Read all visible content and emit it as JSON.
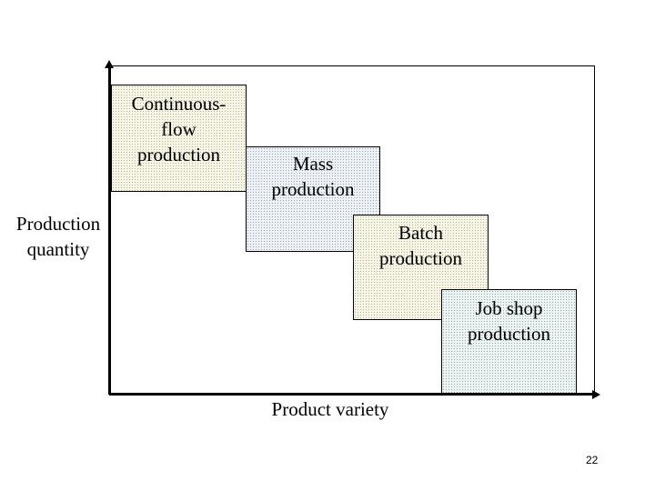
{
  "boxes": [
    {
      "lines": [
        "Continuous-",
        "flow",
        "production"
      ]
    },
    {
      "lines": [
        "Mass",
        "production"
      ]
    },
    {
      "lines": [
        "Batch",
        "production"
      ]
    },
    {
      "lines": [
        "Job shop",
        "production"
      ]
    }
  ],
  "y_axis_label": [
    "Production",
    "quantity"
  ],
  "x_axis_label": "Product variety",
  "page_number": "22"
}
